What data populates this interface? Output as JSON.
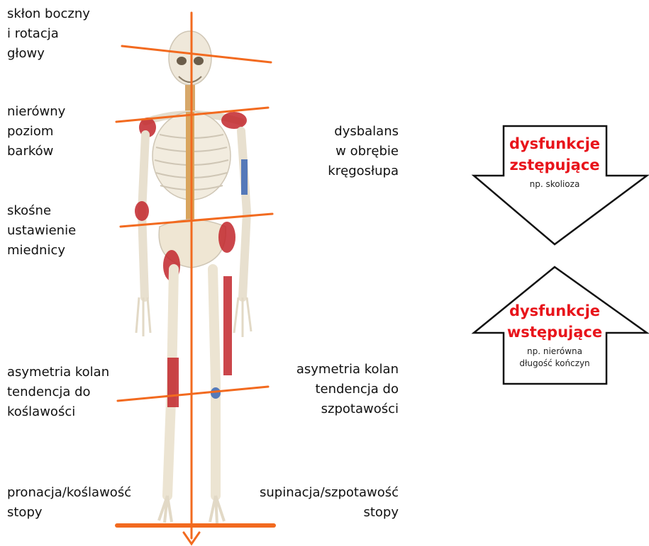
{
  "left_labels": [
    {
      "id": "head",
      "lines": [
        "skłon boczny",
        "i rotacja",
        "głowy"
      ]
    },
    {
      "id": "shoulders",
      "lines": [
        "nierówny",
        "poziom",
        "barków"
      ]
    },
    {
      "id": "pelvis",
      "lines": [
        "skośne",
        "ustawienie",
        "miednicy"
      ]
    },
    {
      "id": "knee-valgus",
      "lines": [
        "asymetria kolan",
        "tendencja do",
        "koślawości"
      ]
    },
    {
      "id": "foot-pronation",
      "lines": [
        "pronacja/koślawość",
        "stopy"
      ]
    }
  ],
  "right_labels": [
    {
      "id": "spine",
      "lines": [
        "dysbalans",
        "w obrębie",
        "kręgosłupa"
      ]
    },
    {
      "id": "knee-varus",
      "lines": [
        "asymetria kolan",
        "tendencja do",
        "szpotawości"
      ]
    },
    {
      "id": "foot-supination",
      "lines": [
        "supinacja/szpotawość",
        "stopy"
      ]
    }
  ],
  "arrows": {
    "down": {
      "title": [
        "dysfunkcje",
        "zstępujące"
      ],
      "sub": [
        "np. skolioza"
      ]
    },
    "up": {
      "title": [
        "dysfunkcje",
        "wstępujące"
      ],
      "sub": [
        "np. nierówna",
        "długość kończyn"
      ]
    }
  },
  "colors": {
    "line": "#f26a1f",
    "accent_text": "#e8141b",
    "bone": "#efe8da",
    "muscle": "#c2262b",
    "muscle_blue": "#2f5fb3"
  }
}
